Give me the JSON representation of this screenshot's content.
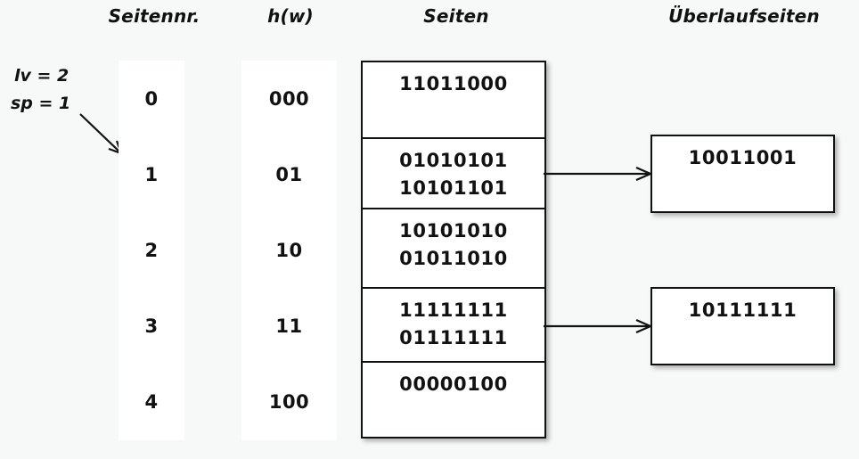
{
  "headers": {
    "page_number": "Seitennr.",
    "hash": "h(w)",
    "pages": "Seiten",
    "overflow_pages": "Überlaufseiten"
  },
  "parameters": {
    "lv": "lv = 2",
    "sp": "sp = 1"
  },
  "icons": {
    "pointer_arrow": "diagonal-arrow-icon",
    "connector_arrow": "right-arrow-icon"
  },
  "colors": {
    "page_background": "#f7f8f8",
    "box_background": "#ffffff",
    "stroke": "#111111",
    "text": "#0d0d0d"
  },
  "rows": [
    {
      "page_number": "0",
      "hash": "000",
      "entries": [
        "11011000"
      ],
      "overflow": null
    },
    {
      "page_number": "1",
      "hash": "01",
      "entries": [
        "01010101",
        "10101101"
      ],
      "overflow": "10011001"
    },
    {
      "page_number": "2",
      "hash": "10",
      "entries": [
        "10101010",
        "01011010"
      ],
      "overflow": null
    },
    {
      "page_number": "3",
      "hash": "11",
      "entries": [
        "11111111",
        "01111111"
      ],
      "overflow": "10111111"
    },
    {
      "page_number": "4",
      "hash": "100",
      "entries": [
        "00000100"
      ],
      "overflow": null
    }
  ],
  "overflow_pages": [
    {
      "value": "10011001",
      "from_row": 1
    },
    {
      "value": "10111111",
      "from_row": 3
    }
  ]
}
